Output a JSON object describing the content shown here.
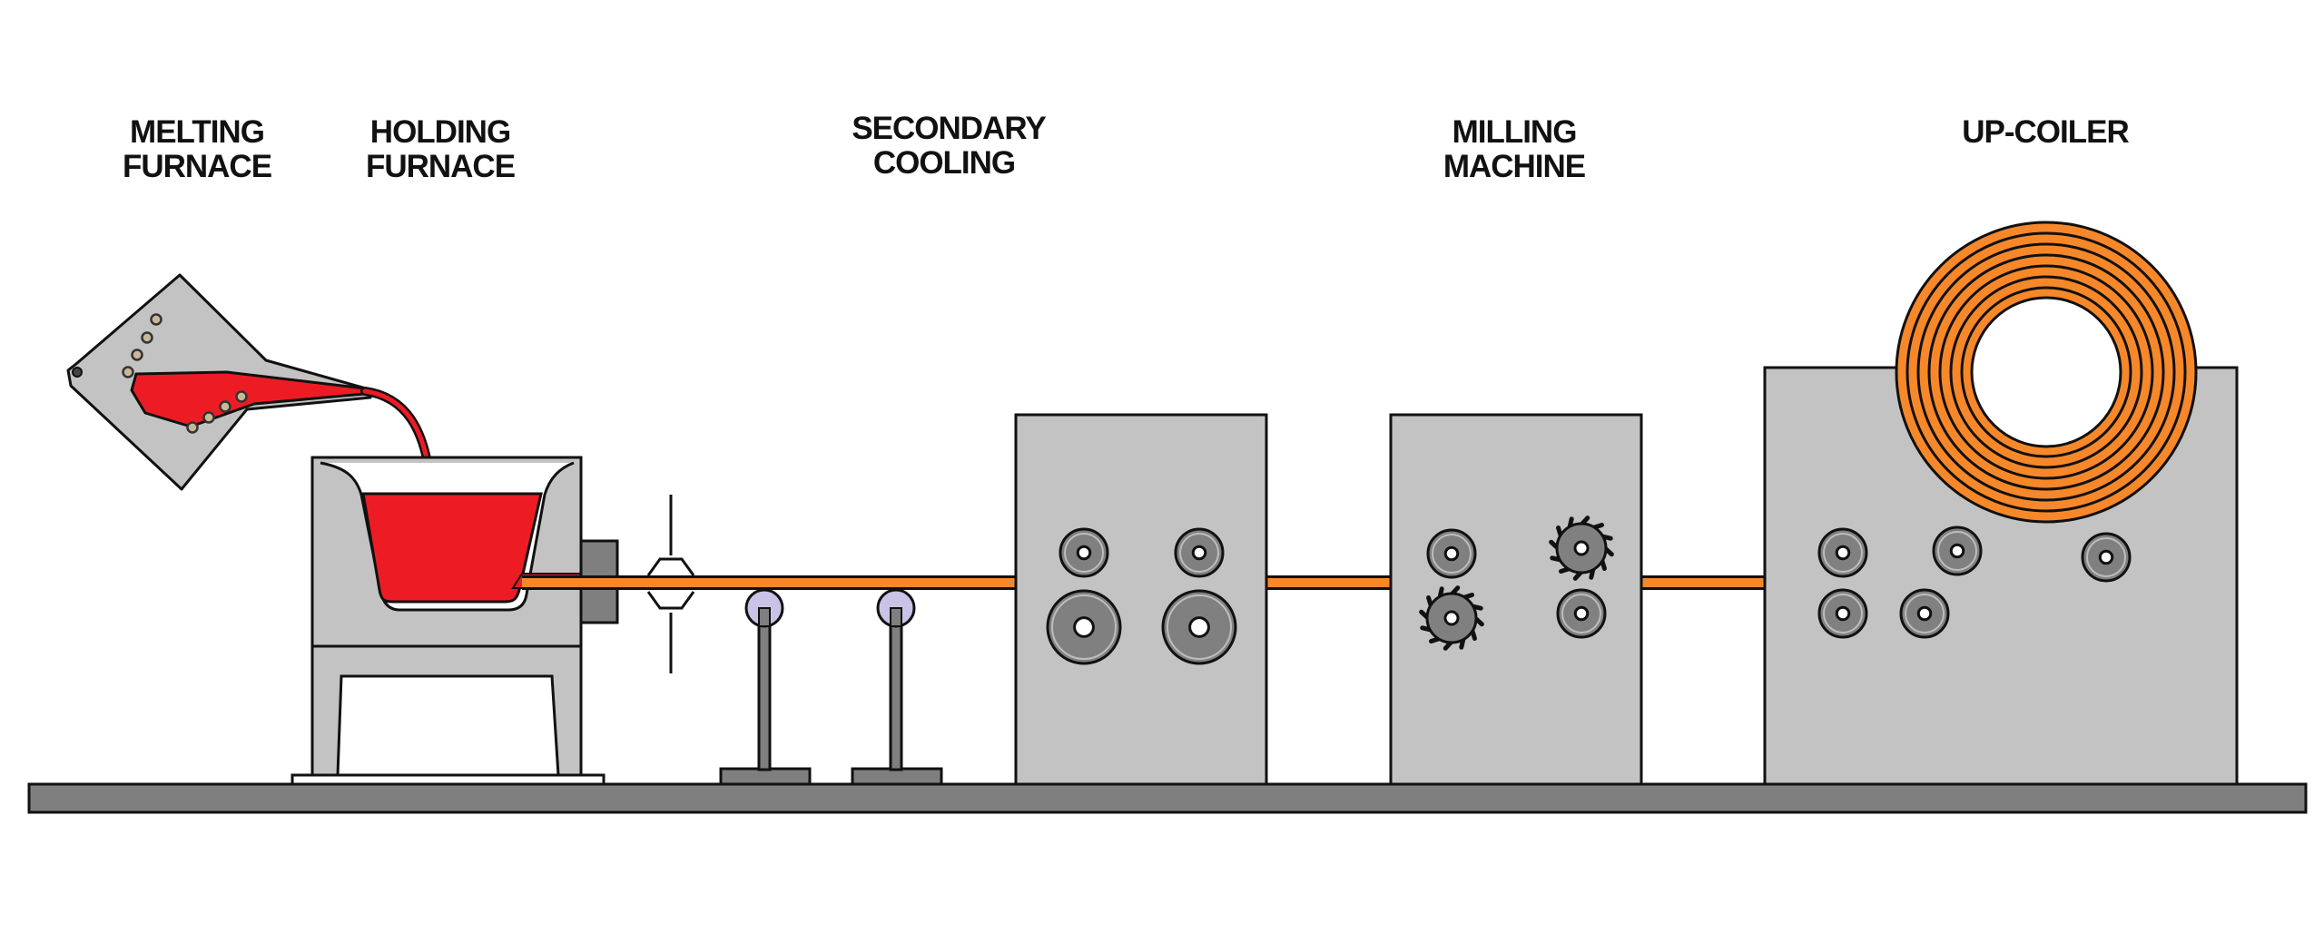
{
  "labels": {
    "melting_furnace": [
      "MELTING",
      "FURNACE"
    ],
    "holding_furnace": [
      "HOLDING",
      "FURNACE"
    ],
    "secondary_cooling": [
      "SECONDARY",
      "COOLING"
    ],
    "milling_machine": [
      "MILLING",
      "MACHINE"
    ],
    "up_coiler": [
      "UP-COILER"
    ]
  },
  "colors": {
    "molten_metal": "#ed1c24",
    "strip": "#f7882a",
    "machine_body": "#c3c3c3",
    "base": "#7f7f7f",
    "roller": "#808080",
    "support_roller": "#cbc3e6",
    "outline": "#111111"
  }
}
